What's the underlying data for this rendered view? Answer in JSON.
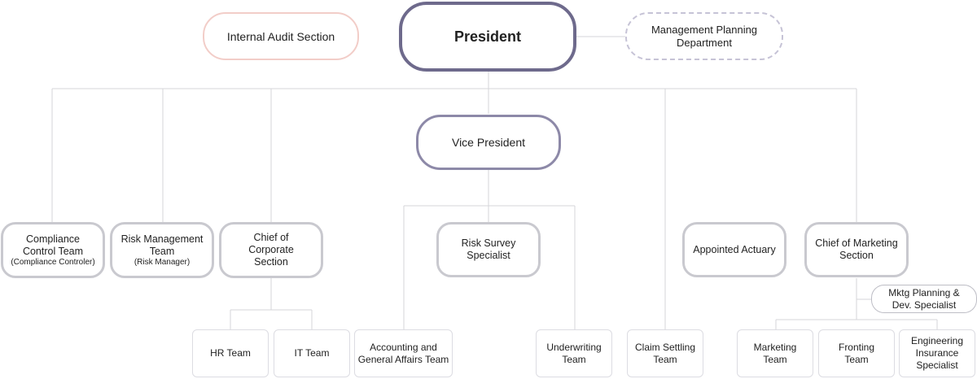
{
  "top": {
    "president": "President",
    "internal_audit": "Internal Audit Section",
    "mgmt_planning": [
      "Management Planning",
      "Department"
    ]
  },
  "vice_president": "Vice President",
  "mid": {
    "compliance": {
      "lines": [
        "Compliance",
        "Control Team"
      ],
      "sub": "(Compliance Controler)"
    },
    "risk_mgmt": {
      "lines": [
        "Risk Management",
        "Team"
      ],
      "sub": "(Risk Manager)"
    },
    "chief_corporate": [
      "Chief of",
      "Corporate",
      "Section"
    ],
    "risk_survey": [
      "Risk Survey",
      "Specialist"
    ],
    "appointed_actuary": "Appointed Actuary",
    "chief_marketing": [
      "Chief of Marketing",
      "Section"
    ],
    "mktg_planning": [
      "Mktg Planning &",
      "Dev. Specialist"
    ]
  },
  "leaves": {
    "hr": "HR Team",
    "it": "IT Team",
    "accounting": [
      "Accounting and",
      "General Affairs Team"
    ],
    "underwriting": [
      "Underwriting",
      "Team"
    ],
    "claim": [
      "Claim Settling",
      "Team"
    ],
    "marketing": [
      "Marketing",
      "Team"
    ],
    "fronting": [
      "Fronting",
      "Team"
    ],
    "engineering": [
      "Engineering",
      "Insurance",
      "Specialist"
    ]
  }
}
